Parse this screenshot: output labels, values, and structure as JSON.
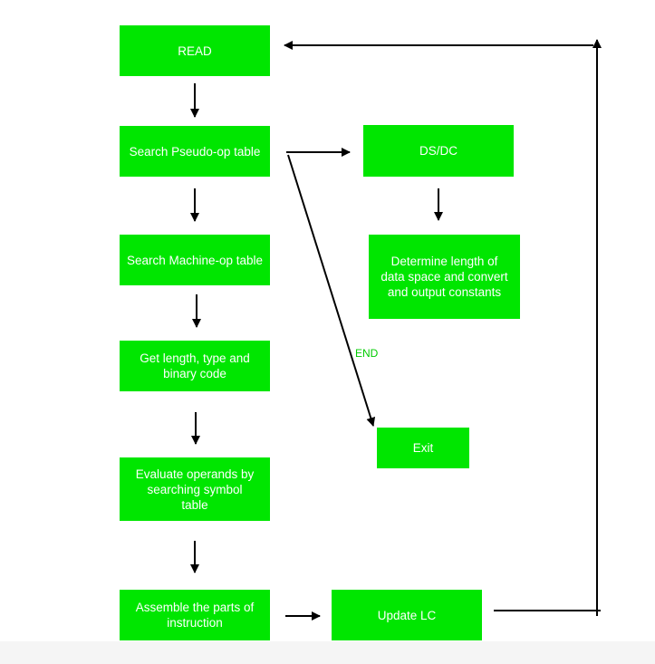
{
  "colors": {
    "box_fill": "#00e600",
    "box_text": "#ffffff",
    "arrow": "#000000",
    "label": "#00cc00"
  },
  "nodes": {
    "read": "READ",
    "search_pseudo": "Search Pseudo-op table",
    "search_machine": "Search Machine-op table",
    "get_length": "Get length, type and binary code",
    "evaluate": "Evaluate operands by searching symbol table",
    "assemble": "Assemble the parts of instruction",
    "update_lc": "Update LC",
    "dsdc": "DS/DC",
    "determine": "Determine length of data space and convert and output constants",
    "exit": "Exit"
  },
  "edges": {
    "end_label": "END"
  }
}
